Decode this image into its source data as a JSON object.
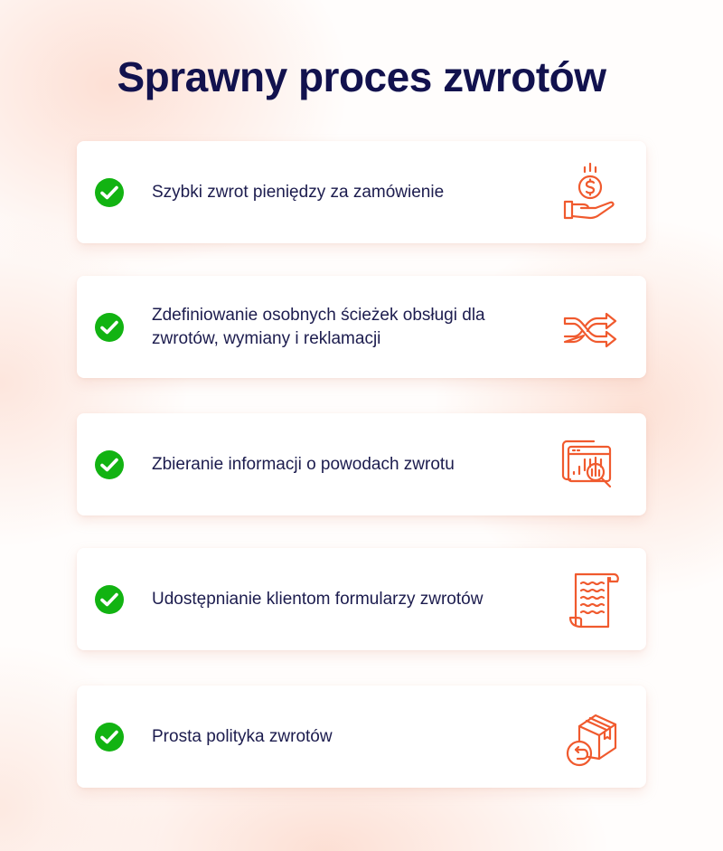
{
  "header": {
    "title": "Sprawny proces zwrotów"
  },
  "colors": {
    "title": "#12124e",
    "text": "#1c1c4e",
    "check": "#12b312",
    "icon_accent": "#f05a2e",
    "card_bg": "#ffffff"
  },
  "items": [
    {
      "text": "Szybki zwrot pieniędzy za zamówienie",
      "icon": "money-in-hand-icon"
    },
    {
      "text": "Zdefiniowanie osobnych ścieżek obsługi dla zwrotów, wymiany i reklamacji",
      "icon": "crossing-arrows-icon"
    },
    {
      "text": "Zbieranie informacji o powodach zwrotu",
      "icon": "data-analysis-icon"
    },
    {
      "text": "Udostępnianie klientom formularzy zwrotów",
      "icon": "document-scroll-icon"
    },
    {
      "text": "Prosta polityka zwrotów",
      "icon": "box-return-icon"
    }
  ]
}
